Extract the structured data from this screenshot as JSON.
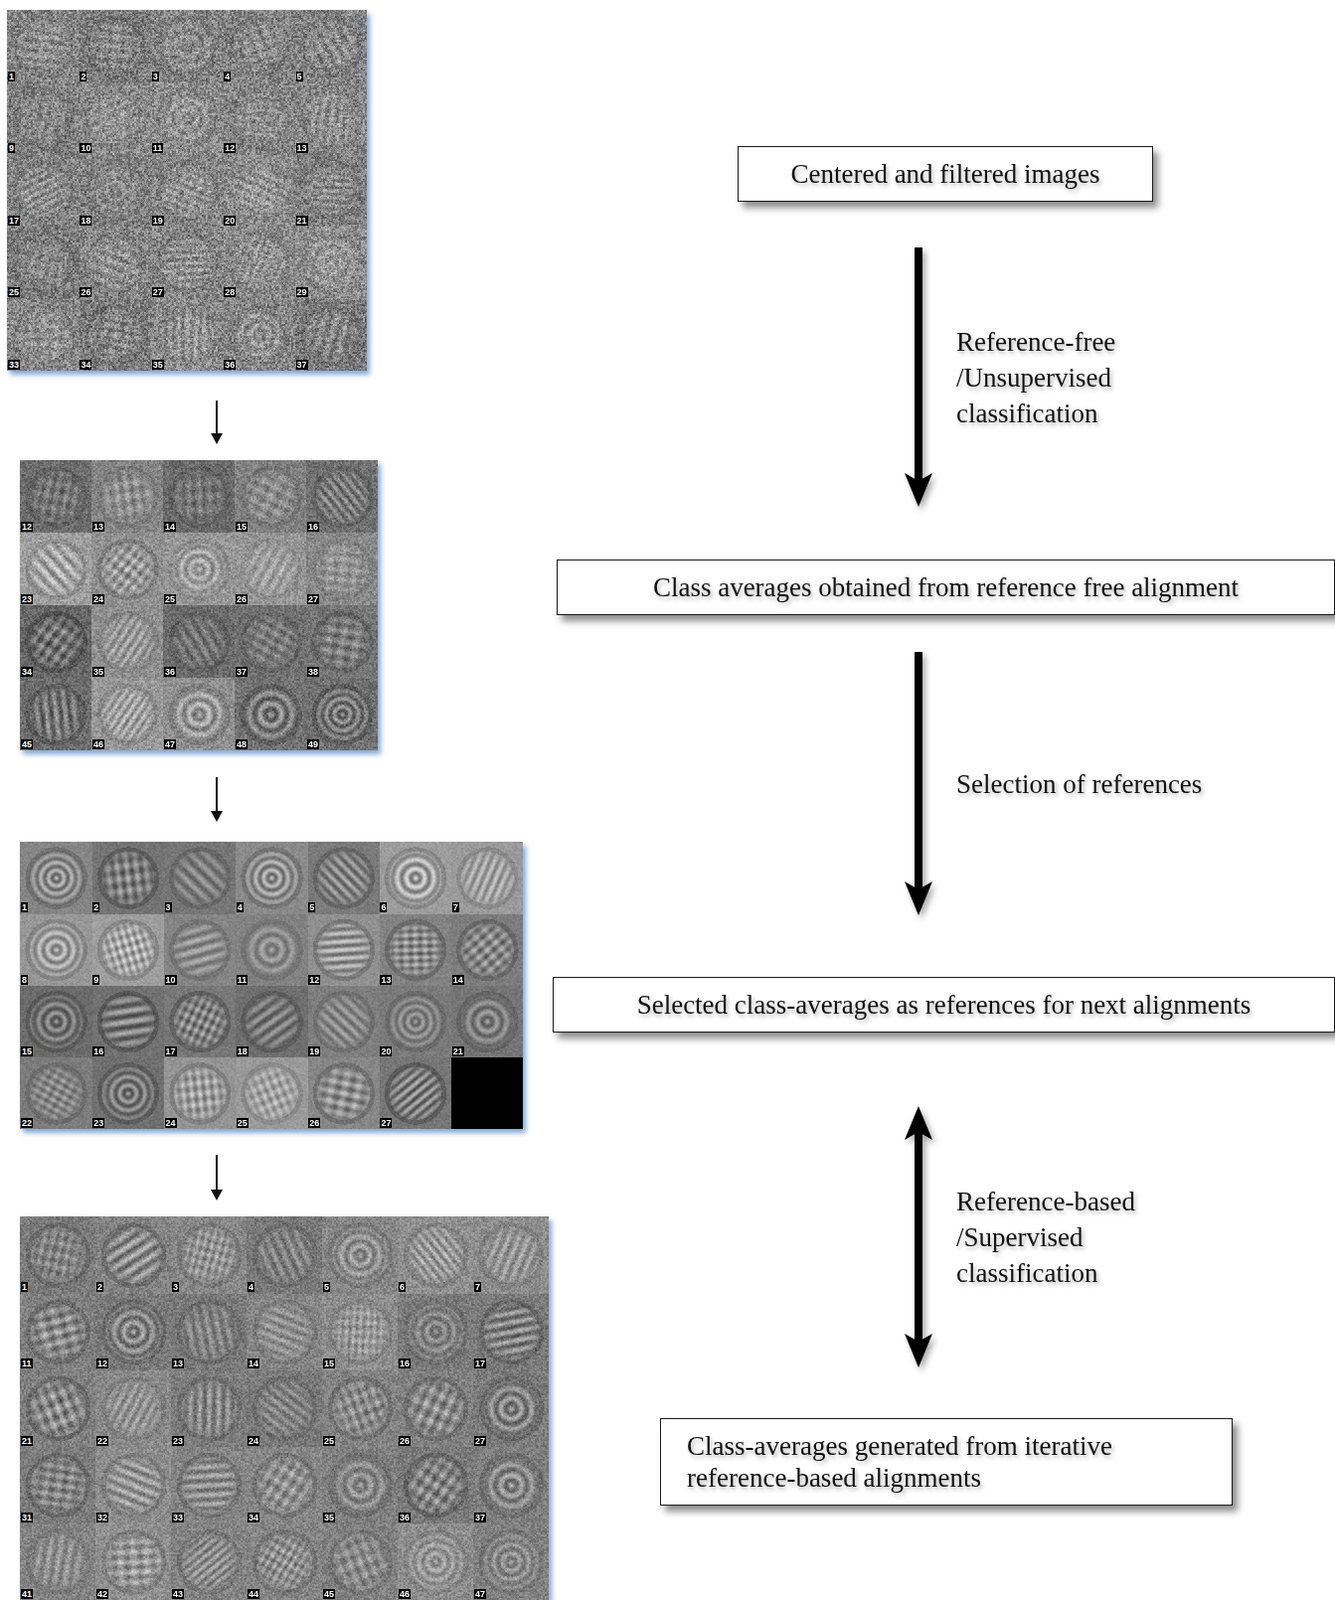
{
  "diagram": {
    "nodes": [
      {
        "text": [
          "Centered and filtered images"
        ]
      },
      {
        "text": [
          "Class averages obtained from reference free alignment"
        ]
      },
      {
        "text": [
          "Selected class-averages as references for next alignments"
        ]
      },
      {
        "text": [
          "Class-averages generated from iterative reference-based alignments"
        ]
      }
    ],
    "edges": [
      {
        "from": 0,
        "to": 1,
        "arrow": "to",
        "label": "Reference-free /Unsupervised classification"
      },
      {
        "from": 1,
        "to": 2,
        "arrow": "to",
        "label": "Selection of references"
      },
      {
        "from": 2,
        "to": 3,
        "arrow": "both",
        "label": "Reference-based /Supervised classification"
      }
    ],
    "labels": [
      "1",
      "2",
      "3",
      "4",
      "5",
      "9",
      "10",
      "11",
      "12",
      "13",
      "17",
      "18",
      "19",
      "20",
      "21",
      "25",
      "26",
      "27",
      "28",
      "29",
      "33",
      "34",
      "35",
      "36",
      "37",
      "12",
      "13",
      "14",
      "15",
      "16",
      "23",
      "24",
      "25",
      "26",
      "27",
      "34",
      "35",
      "36",
      "37",
      "38",
      "45",
      "46",
      "47",
      "48",
      "49",
      "1",
      "2",
      "3",
      "4",
      "5",
      "6",
      "7",
      "8",
      "9",
      "10",
      "11",
      "12",
      "13",
      "14",
      "15",
      "16",
      "17",
      "18",
      "19",
      "20",
      "21",
      "22",
      "23",
      "24",
      "25",
      "26",
      "27",
      "1",
      "2",
      "3",
      "4",
      "5",
      "6",
      "7",
      "11",
      "12",
      "13",
      "14",
      "15",
      "16",
      "17",
      "21",
      "22",
      "23",
      "24",
      "25",
      "26",
      "27",
      "31",
      "32",
      "33",
      "34",
      "35",
      "36",
      "37",
      "41",
      "42",
      "43",
      "44",
      "45",
      "46",
      "47"
    ]
  }
}
